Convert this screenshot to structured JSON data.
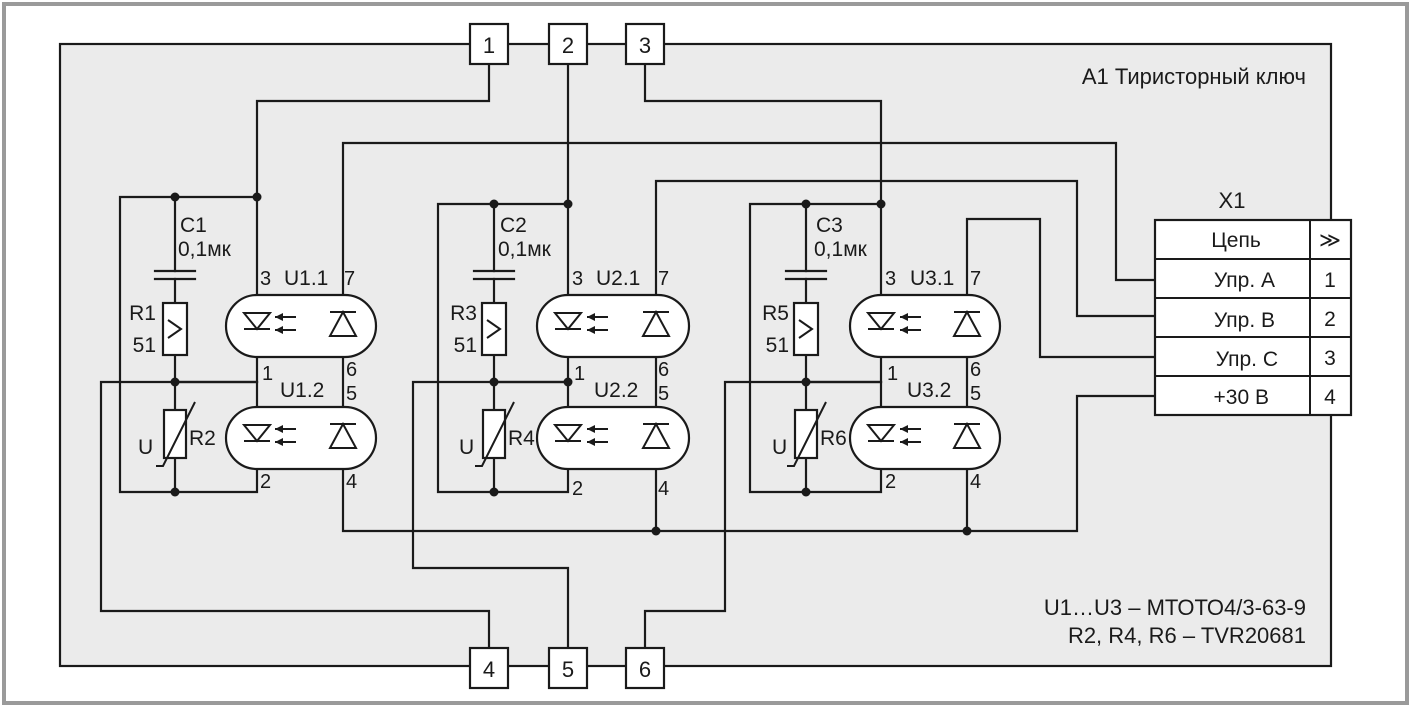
{
  "module": {
    "title": "А1 Тиристорный ключ",
    "note_line1": "U1…U3 – МТОТО4/3-63-9",
    "note_line2": "R2, R4, R6 – TVR20681"
  },
  "terminals": {
    "t1": "1",
    "t2": "2",
    "t3": "3",
    "t4": "4",
    "t5": "5",
    "t6": "6"
  },
  "connector": {
    "ref": "X1",
    "header_name": "Цепь",
    "header_symbol": "≫",
    "rows": [
      {
        "name": "Упр. A",
        "pin": "1"
      },
      {
        "name": "Упр. B",
        "pin": "2"
      },
      {
        "name": "Упр. C",
        "pin": "3"
      },
      {
        "name": "+30 В",
        "pin": "4"
      }
    ]
  },
  "channels": [
    {
      "cap_ref": "C1",
      "cap_val": "0,1мк",
      "res_ref": "R1",
      "res_val": "51",
      "var_ref": "R2",
      "var_sym": "U",
      "opto_top": "U1.1",
      "opto_bot": "U1.2",
      "pins": {
        "p1": "1",
        "p2": "2",
        "p3": "3",
        "p4": "4",
        "p5": "5",
        "p6": "6",
        "p7": "7"
      }
    },
    {
      "cap_ref": "C2",
      "cap_val": "0,1мк",
      "res_ref": "R3",
      "res_val": "51",
      "var_ref": "R4",
      "var_sym": "U",
      "opto_top": "U2.1",
      "opto_bot": "U2.2",
      "pins": {
        "p1": "1",
        "p2": "2",
        "p3": "3",
        "p4": "4",
        "p5": "5",
        "p6": "6",
        "p7": "7"
      }
    },
    {
      "cap_ref": "C3",
      "cap_val": "0,1мк",
      "res_ref": "R5",
      "res_val": "51",
      "var_ref": "R6",
      "var_sym": "U",
      "opto_top": "U3.1",
      "opto_bot": "U3.2",
      "pins": {
        "p1": "1",
        "p2": "2",
        "p3": "3",
        "p4": "4",
        "p5": "5",
        "p6": "6",
        "p7": "7"
      }
    }
  ],
  "colors": {
    "frame": "#9a9a9a",
    "module_fill": "#ebebeb",
    "ink": "#1a1a1a"
  }
}
